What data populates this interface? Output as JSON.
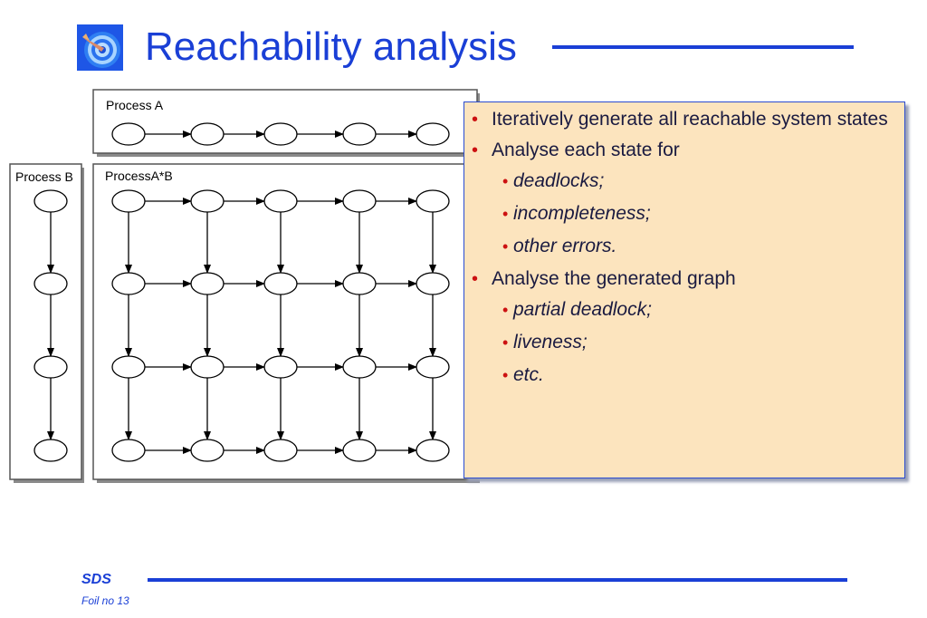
{
  "slide": {
    "title": "Reachability analysis",
    "footer_brand": "SDS",
    "footer_foil": "Foil no 13"
  },
  "diagram": {
    "process_a_label": "Process A",
    "process_b_label": "Process B",
    "product_label": "ProcessA*B"
  },
  "bullets": {
    "b1": "Iteratively generate all reachable system states",
    "b2": "Analyse each state for",
    "b2_items": [
      "deadlocks;",
      "incompleteness;",
      "other errors."
    ],
    "b3": "Analyse the generated graph",
    "b3_items": [
      "partial deadlock;",
      "liveness;",
      "etc."
    ]
  },
  "colors": {
    "title": "#1a3fd6",
    "bullet_dot": "#cc1111",
    "textbox_bg": "#fce4be",
    "textbox_border": "#2a4bd0"
  },
  "icons": {
    "logo": "target-logo-icon"
  }
}
